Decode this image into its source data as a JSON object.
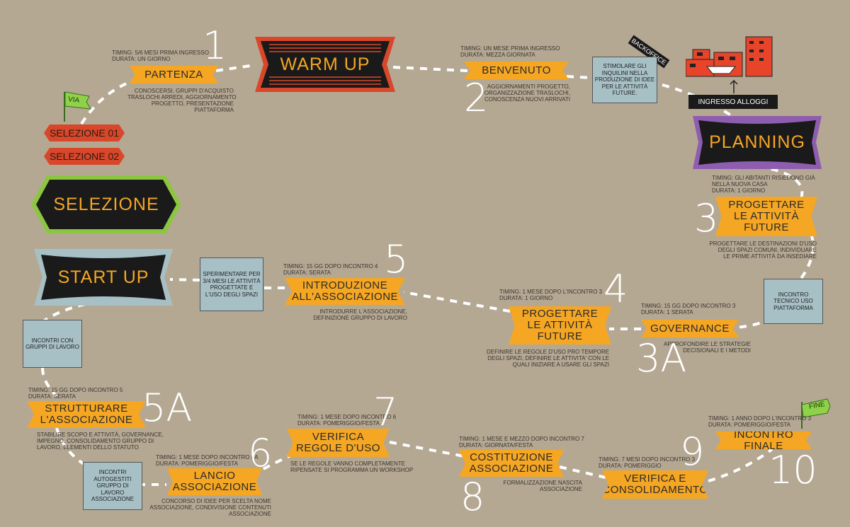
{
  "phases": {
    "warm_up": "WARM UP",
    "planning": "PLANNING",
    "selezione": "SELEZIONE",
    "start_up": "START UP"
  },
  "flags": {
    "start": "VIA",
    "end": "FINE"
  },
  "selections": [
    "SELEZIONE 01",
    "SELEZIONE 02"
  ],
  "building": {
    "backoffice": "BACKOFFICE",
    "ingresso": "INGRESSO ALLOGGI"
  },
  "steps": [
    {
      "num": "1",
      "title": "PARTENZA",
      "timing": [
        "TIMING: 5/6 MESI PRIMA INGRESSO",
        "DURATA: UN GIORNO"
      ],
      "desc": [
        "CONOSCERSI, GRUPPI D'ACQUISTO",
        "TRASLOCHI ARREDI, AGGIORNAMENTO",
        "PROGETTO, PRESENTAZIONE",
        "PIATTAFORMA"
      ]
    },
    {
      "num": "2",
      "title": "BENVENUTO",
      "timing": [
        "TIMING: UN MESE PRIMA INGRESSO",
        "DURATA: MEZZA GIORNATA"
      ],
      "desc": [
        "AGGIORNAMENTI PROGETTO,",
        "ORGANIZZAZIONE TRASLOCHI,",
        "CONOSCENZA NUOVI ARRIVATI"
      ]
    },
    {
      "num": "3",
      "title": "PROGETTARE LE ATTIVITÀ FUTURE",
      "title_lines": [
        "PROGETTARE",
        "LE ATTIVITÀ",
        "FUTURE"
      ],
      "timing": [
        "TIMING: GLI ABITANTI RISIEDONO GIÀ",
        "NELLA NUOVA CASA",
        "DURATA: 1 GIORNO"
      ],
      "desc": [
        "PROGETTARE LE DESTINAZIONI D'USO",
        "DEGLI SPAZI COMUNI, INDIVIDUARE",
        "LE PRIME ATTIVITÀ DA INSEDIARE"
      ]
    },
    {
      "num": "3A",
      "title": "GOVERNANCE",
      "timing": [
        "TIMING: 15 GG DOPO INCONTRO 3",
        "DURATA: 1 SERATA"
      ],
      "desc": [
        "APPROFONDIRE LE STRATEGIE",
        "DECISIONALI E I METODI"
      ]
    },
    {
      "num": "4",
      "title": "PROGETTARE LE ATTIVITÀ FUTURE",
      "title_lines": [
        "PROGETTARE",
        "LE ATTIVITÀ",
        "FUTURE"
      ],
      "timing": [
        "TIMING: 1 MESE DOPO L'INCONTRO 3",
        "DURATA: 1 GIORNO"
      ],
      "desc": [
        "DEFINIRE LE REGOLE D'USO PRO TEMPORE",
        "DEGLI SPAZI, DEFINIRE LE ATTIVITA' CON LE",
        "QUALI INIZIARE A USARE GLI SPAZI"
      ]
    },
    {
      "num": "5",
      "title": "INTRODUZIONE ALL'ASSOCIAZIONE",
      "title_lines": [
        "INTRODUZIONE",
        "ALL'ASSOCIAZIONE"
      ],
      "timing": [
        "TIMING: 15 GG DOPO INCONTRO 4",
        "DURATA: SERATA"
      ],
      "desc": [
        "INTRODURRE L'ASSOCIAZIONE,",
        "DEFINIZIONE GRUPPO DI LAVORO"
      ]
    },
    {
      "num": "5A",
      "title": "STRUTTURARE L'ASSOCIAZIONE",
      "title_lines": [
        "STRUTTURARE",
        "L'ASSOCIAZIONE"
      ],
      "timing": [
        "TIMING: 15 GG DOPO INCONTRO 5",
        "DURATA: SERATA"
      ],
      "desc": [
        "STABILIRE SCOPO E ATTIVITÀ, GOVERNANCE,",
        "IMPEGNO, CONSOLIDAMENTO GRUPPO DI",
        "LAVORO, ELEMENTI DELLO STATUTO"
      ]
    },
    {
      "num": "6",
      "title": "LANCIO ASSOCIAZIONE",
      "title_lines": [
        "LANCIO",
        "ASSOCIAZIONE"
      ],
      "timing": [
        "TIMING: 1 MESE DOPO INCONTRO 5A",
        "DURATA: POMERIGGIO/FESTA"
      ],
      "desc": [
        "CONCORSO DI IDEE PER SCELTA NOME",
        "ASSOCIAZIONE, CONDIVISIONE CONTENUTI",
        "ASSOCIAZIONE"
      ]
    },
    {
      "num": "7",
      "title": "VERIFICA REGOLE D'USO",
      "title_lines": [
        "VERIFICA",
        "REGOLE D'USO"
      ],
      "timing": [
        "TIMING: 1 MESE DOPO INCONTRO 6",
        "DURATA: POMERIGGIO/FESTA"
      ],
      "desc": [
        "SE LE REGOLE VANNO COMPLETAMENTE",
        "RIPENSATE SI PROGRAMMA UN WORKSHOP"
      ]
    },
    {
      "num": "8",
      "title": "COSTITUZIONE ASSOCIAZIONE",
      "title_lines": [
        "COSTITUZIONE",
        "ASSOCIAZIONE"
      ],
      "timing": [
        "TIMING: 1 MESE E MEZZO DOPO INCONTRO 7",
        "DURATA: GIORNATA/FESTA"
      ],
      "desc": [
        "FORMALIZZAZIONE NASCITA",
        "ASSOCIAZIONE"
      ]
    },
    {
      "num": "9",
      "title": "VERIFICA E CONSOLIDAMENTO",
      "title_lines": [
        "VERIFICA E",
        "CONSOLIDAMENTO"
      ],
      "timing": [
        "TIMING: 7 MESI DOPO INCONTRO 3",
        "DURATA: POMERIGGIO"
      ],
      "desc": []
    },
    {
      "num": "10",
      "title": "INCONTRO FINALE",
      "timing": [
        "TIMING: 1 ANNO DOPO L'INCONTRO 3",
        "DURATA: POMERIGGIO/FESTA"
      ],
      "desc": []
    }
  ],
  "boxes": {
    "stimolare": "STIMOLARE GLI INQUILINI NELLA PRODUZIONE DI IDEE PER LE ATTIVITÀ FUTURE.",
    "tecnico": "INCONTRO TECNICO USO PIATTAFORMA",
    "sperimentare": "SPERIMENTARE PER 3/4 MESI LE ATTIVITÀ PROGETTATE E L'USO DEGLI SPAZI",
    "incontri": "INCONTRI CON GRUPPI DI LAVORO",
    "autogestiti": "INCONTRI AUTOGESTITI GRUPPO DI LAVORO ASSOCIAZIONE"
  },
  "colors": {
    "background": "#b5a893",
    "step": "#f5a623",
    "phase_text": "#f5a623",
    "box": "#a7c0c6",
    "selection": "#d9472b",
    "flag": "#8fd24a"
  }
}
